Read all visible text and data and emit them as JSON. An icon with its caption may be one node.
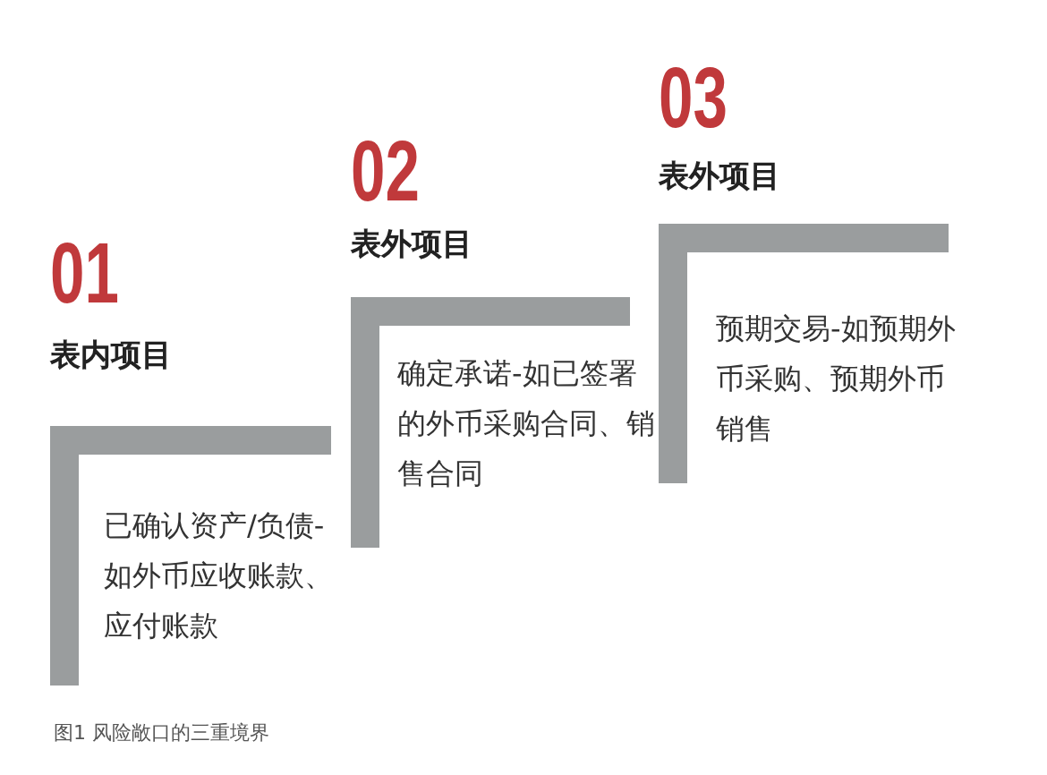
{
  "diagram": {
    "caption": "图1 风险敞口的三重境界",
    "nodes": [
      {
        "text": [
          "01",
          "表内项目",
          "已确认资产/负债-如外币应收账款、应付账款"
        ]
      },
      {
        "text": [
          "02",
          "表外项目",
          "确定承诺-如已签署的外币采购合同、销售合同"
        ]
      },
      {
        "text": [
          "03",
          "表外项目",
          "预期交易-如预期外币采购、预期外币销售"
        ]
      }
    ]
  }
}
